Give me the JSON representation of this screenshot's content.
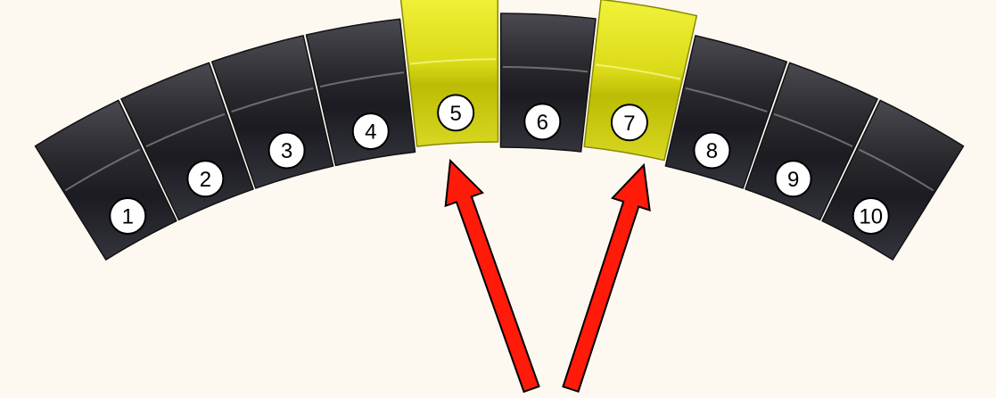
{
  "segments": [
    {
      "label": "1",
      "highlighted": false
    },
    {
      "label": "2",
      "highlighted": false
    },
    {
      "label": "3",
      "highlighted": false
    },
    {
      "label": "4",
      "highlighted": false
    },
    {
      "label": "5",
      "highlighted": true
    },
    {
      "label": "6",
      "highlighted": false
    },
    {
      "label": "7",
      "highlighted": true
    },
    {
      "label": "8",
      "highlighted": false
    },
    {
      "label": "9",
      "highlighted": false
    },
    {
      "label": "10",
      "highlighted": false
    }
  ],
  "arrows": [
    {
      "points_to": "5"
    },
    {
      "points_to": "7"
    }
  ],
  "colors": {
    "background": "#fdf9f1",
    "segment_dark": "#2b2b30",
    "segment_highlight": "#d4d40a",
    "arrow": "#ff1a0a",
    "label_circle": "#ffffff"
  }
}
